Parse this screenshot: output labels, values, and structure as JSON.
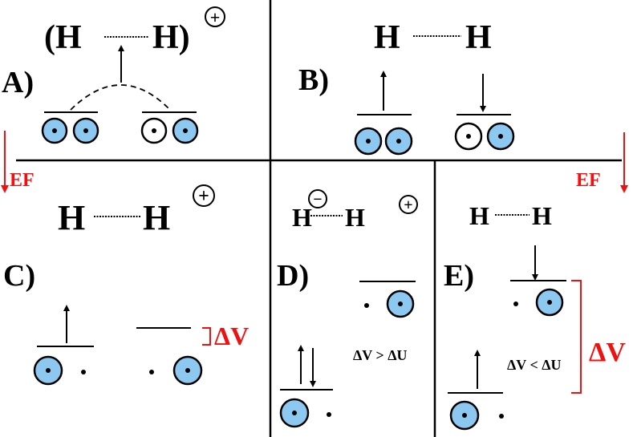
{
  "panels": {
    "a": {
      "label": "A)",
      "h_left": "(H",
      "h_right": "H)",
      "charge": "+"
    },
    "b": {
      "label": "B)",
      "h_left": "H",
      "h_right": "H"
    },
    "c": {
      "label": "C)",
      "h_left": "H",
      "h_right": "H",
      "charge": "+",
      "gap_label": "ΔV"
    },
    "d": {
      "label": "D)",
      "h_left": "H",
      "h_right": "H",
      "charge_left": "−",
      "charge_right": "+",
      "relation": "ΔV > ΔU"
    },
    "e": {
      "label": "E)",
      "h_left": "H",
      "h_right": "H",
      "relation": "ΔV < ΔU",
      "gap_label": "ΔV"
    }
  },
  "field": {
    "left_label": "EF",
    "right_label": "EF"
  },
  "colors": {
    "orbital_fill": "#8cc8f0",
    "accent_red": "#ee1111",
    "ink": "#000000"
  }
}
